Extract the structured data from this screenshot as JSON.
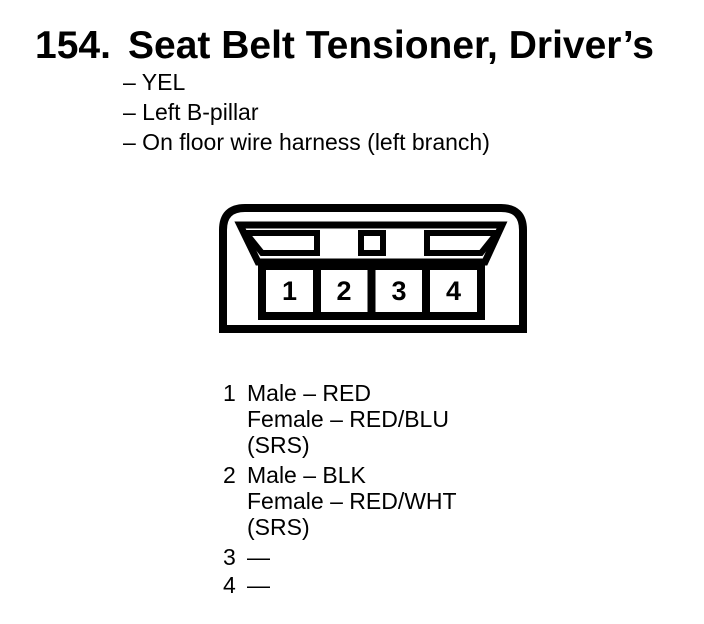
{
  "title": {
    "number": "154.",
    "text": "Seat Belt Tensioner, Driver’s"
  },
  "details": [
    "– YEL",
    "– Left B-pillar",
    "– On floor wire harness (left branch)"
  ],
  "connector_diagram": {
    "pin_labels": [
      "1",
      "2",
      "3",
      "4"
    ]
  },
  "pin_legend": [
    {
      "pin": "1",
      "lines": [
        "Male – RED",
        "Female – RED/BLU",
        "(SRS)"
      ]
    },
    {
      "pin": "2",
      "lines": [
        "Male – BLK",
        "Female – RED/WHT",
        "(SRS)"
      ]
    },
    {
      "pin": "3",
      "lines": [
        "—"
      ]
    },
    {
      "pin": "4",
      "lines": [
        "—"
      ]
    }
  ],
  "colors": {
    "ink": "#000000",
    "paper": "#ffffff"
  }
}
